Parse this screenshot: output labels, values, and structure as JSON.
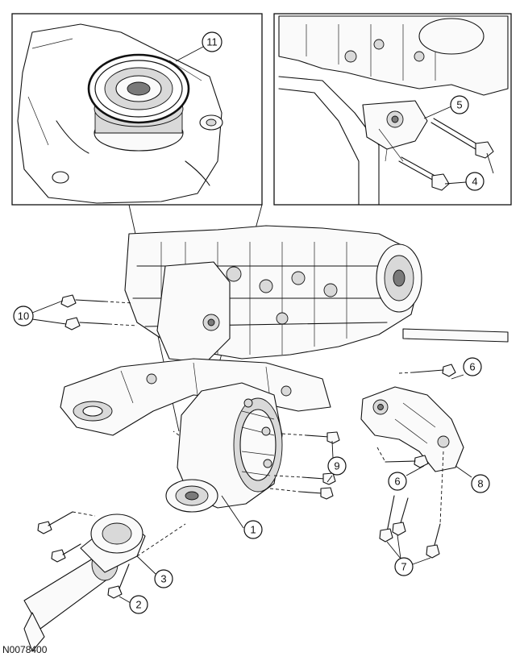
{
  "figure": {
    "id": "N0078400"
  },
  "callouts": {
    "c1": "1",
    "c2": "2",
    "c3": "3",
    "c4": "4",
    "c5": "5",
    "c6a": "6",
    "c6b": "6",
    "c7": "7",
    "c8": "8",
    "c9": "9",
    "c10": "10",
    "c11": "11"
  }
}
